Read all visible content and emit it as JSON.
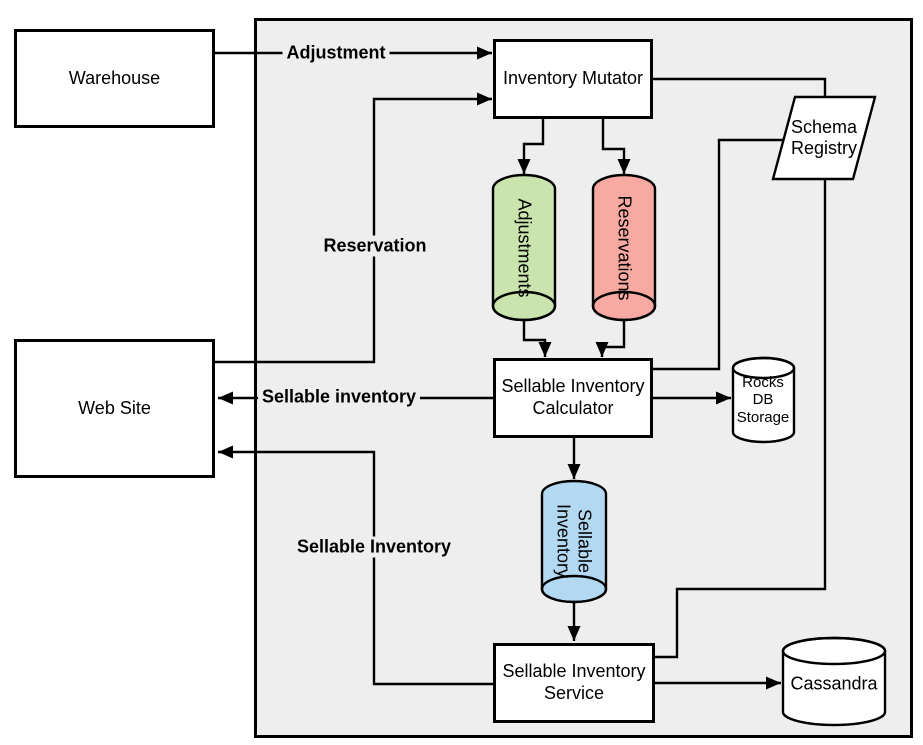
{
  "nodes": {
    "warehouse": {
      "label": "Warehouse"
    },
    "web_site": {
      "label": "Web Site"
    },
    "inventory_mutator": {
      "label": "Inventory Mutator"
    },
    "adjustments_topic": {
      "label": "Adjustments",
      "fill": "#c9e5ad"
    },
    "reservations_topic": {
      "label": "Reservations",
      "fill": "#f8a9a1"
    },
    "sellable_inventory_calculator": {
      "label": "Sellable Inventory Calculator"
    },
    "sellable_inventory_topic": {
      "label": "Sellable Inventory",
      "fill": "#b3d9f2"
    },
    "sellable_inventory_service": {
      "label": "Sellable Inventory Service"
    },
    "schema_registry": {
      "label": "Schema Registry"
    },
    "rocks_db_storage": {
      "label": "Rocks DB Storage"
    },
    "cassandra": {
      "label": "Cassandra"
    }
  },
  "edges": {
    "adjustment_label": "Adjustment",
    "reservation_label": "Reservation",
    "sellable_inventory_to_web_label": "Sellable inventory",
    "sellable_inventory_service_to_web_label": "Sellable Inventory"
  },
  "colors": {
    "boundary_fill": "#eeeeee",
    "node_fill": "#ffffff",
    "line": "#000000"
  }
}
